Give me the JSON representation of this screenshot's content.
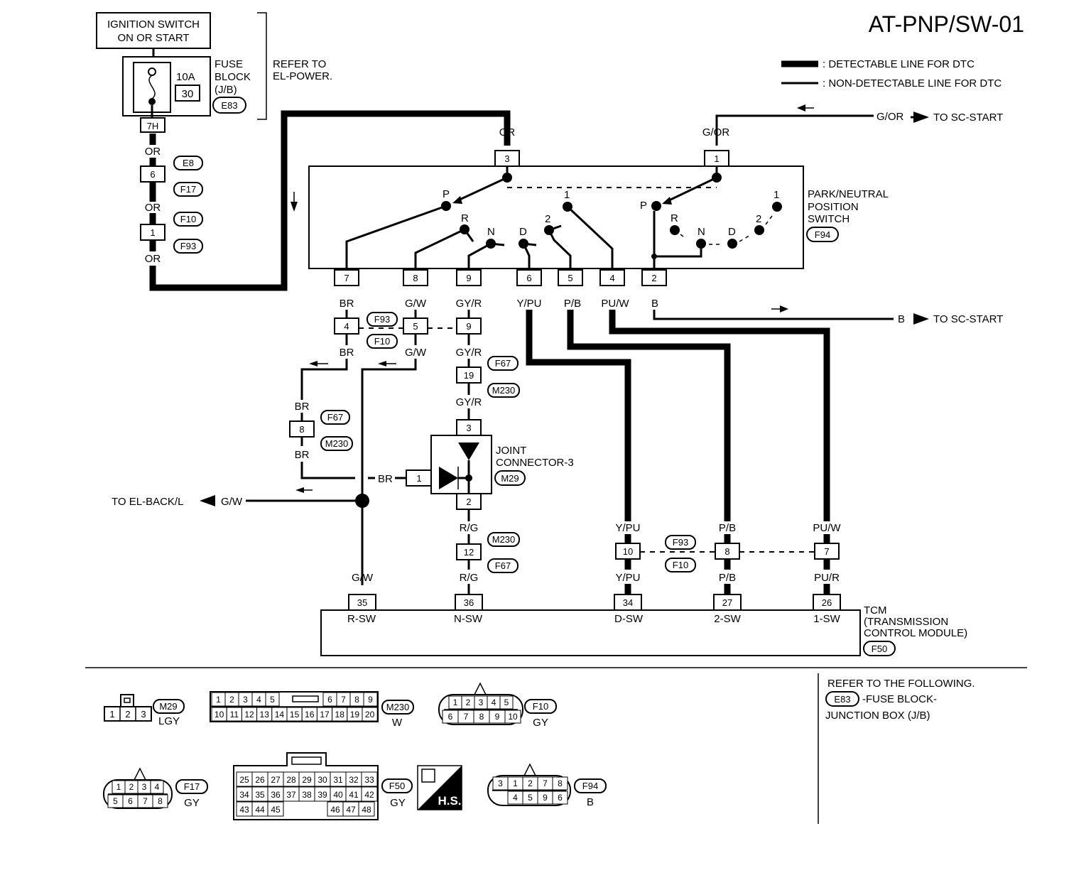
{
  "title": "AT-PNP/SW-01",
  "legend": {
    "detectable": ": DETECTABLE LINE FOR DTC",
    "non_detectable": ": NON-DETECTABLE LINE FOR DTC"
  },
  "ignition": {
    "line1": "IGNITION SWITCH",
    "line2": "ON OR START"
  },
  "fuse": {
    "rating": "10A",
    "number": "30",
    "label1": "FUSE",
    "label2": "BLOCK",
    "label3": "(J/B)",
    "connector": "E83",
    "pin": "7H",
    "refer1": "REFER TO",
    "refer2": "EL-POWER."
  },
  "harness": {
    "or": "OR",
    "e8": "E8",
    "f17": "F17",
    "f10": "F10",
    "f93": "F93",
    "pin6": "6",
    "pin1": "1",
    "f67": "F67",
    "m230": "M230",
    "m29": "M29",
    "f50": "F50",
    "f94": "F94"
  },
  "pnp_switch": {
    "name1": "PARK/NEUTRAL",
    "name2": "POSITION",
    "name3": "SWITCH",
    "connector": "F94",
    "top_pins": [
      {
        "pin": "3",
        "wire": "OR"
      },
      {
        "pin": "1",
        "wire": "G/OR"
      }
    ],
    "bottom_pins": [
      {
        "pin": "7",
        "wire": "BR"
      },
      {
        "pin": "8",
        "wire": "G/W"
      },
      {
        "pin": "9",
        "wire": "GY/R"
      },
      {
        "pin": "6",
        "wire": "Y/PU"
      },
      {
        "pin": "5",
        "wire": "P/B"
      },
      {
        "pin": "4",
        "wire": "PU/W"
      },
      {
        "pin": "2",
        "wire": "B"
      }
    ],
    "positions_left": [
      "P",
      "R",
      "N",
      "D",
      "2",
      "1"
    ],
    "positions_right": [
      "P",
      "R",
      "N",
      "D",
      "2",
      "1"
    ]
  },
  "to_sc_start_top": {
    "wire": "G/OR",
    "label": "TO SC-START"
  },
  "to_sc_start_bottom": {
    "wire": "B",
    "label": "TO SC-START"
  },
  "f93_f10_upper": {
    "pins": [
      "4",
      "5",
      "9"
    ],
    "wires_below": [
      "BR",
      "G/W",
      "GY/R"
    ]
  },
  "br_connector": {
    "wire": "BR",
    "pin": "8"
  },
  "gyr_connector": {
    "wire": "GY/R",
    "pin": "19"
  },
  "joint_connector": {
    "name1": "JOINT",
    "name2": "CONNECTOR-3",
    "connector": "M29",
    "pin_top": "3",
    "pin_left": "1",
    "pin_bottom": "2",
    "wire_left": "BR"
  },
  "to_el_back": {
    "label": "TO EL-BACK/L",
    "wire": "G/W"
  },
  "rg_connector": {
    "wire": "R/G",
    "pin": "12"
  },
  "f93_f10_lower": {
    "pins": [
      "10",
      "8",
      "7"
    ],
    "wires_above": [
      "Y/PU",
      "P/B",
      "PU/W"
    ],
    "wires_below": [
      "Y/PU",
      "P/B",
      "PU/R"
    ]
  },
  "tcm": {
    "name1": "TCM",
    "name2": "(TRANSMISSION",
    "name3": "CONTROL MODULE)",
    "connector": "F50",
    "pins": [
      {
        "pin": "35",
        "label": "R-SW",
        "wire": "G/W"
      },
      {
        "pin": "36",
        "label": "N-SW",
        "wire": "R/G"
      },
      {
        "pin": "34",
        "label": "D-SW",
        "wire": "Y/PU"
      },
      {
        "pin": "27",
        "label": "2-SW",
        "wire": "P/B"
      },
      {
        "pin": "26",
        "label": "1-SW",
        "wire": "PU/R"
      }
    ]
  },
  "refer_following": {
    "line1": "REFER TO THE FOLLOWING.",
    "connector": "E83",
    "line2": "-FUSE BLOCK-",
    "line3": "JUNCTION BOX (J/B)"
  },
  "connector_views": {
    "m29": {
      "name": "M29",
      "color": "LGY",
      "pins": [
        "1",
        "2",
        "3"
      ]
    },
    "m230": {
      "name": "M230",
      "color": "W",
      "row1": [
        "1",
        "2",
        "3",
        "4",
        "5",
        "6",
        "7",
        "8",
        "9"
      ],
      "row2": [
        "10",
        "11",
        "12",
        "13",
        "14",
        "15",
        "16",
        "17",
        "18",
        "19",
        "20"
      ]
    },
    "f10": {
      "name": "F10",
      "color": "GY",
      "row1": [
        "1",
        "2",
        "3",
        "4",
        "5"
      ],
      "row2": [
        "6",
        "7",
        "8",
        "9",
        "10"
      ]
    },
    "f17": {
      "name": "F17",
      "color": "GY",
      "row1": [
        "1",
        "2",
        "3",
        "4"
      ],
      "row2": [
        "5",
        "6",
        "7",
        "8"
      ]
    },
    "f50": {
      "name": "F50",
      "color": "GY",
      "row1": [
        "25",
        "26",
        "27",
        "28",
        "29",
        "30",
        "31",
        "32",
        "33"
      ],
      "row2": [
        "34",
        "35",
        "36",
        "37",
        "38",
        "39",
        "40",
        "41",
        "42"
      ],
      "row3a": [
        "43",
        "44",
        "45"
      ],
      "row3b": [
        "46",
        "47",
        "48"
      ],
      "badge": "H.S."
    },
    "f94": {
      "name": "F94",
      "color": "B",
      "row1": [
        "3",
        "1",
        "2",
        "7",
        "8"
      ],
      "row2": [
        "4",
        "5",
        "9",
        "6"
      ]
    }
  }
}
